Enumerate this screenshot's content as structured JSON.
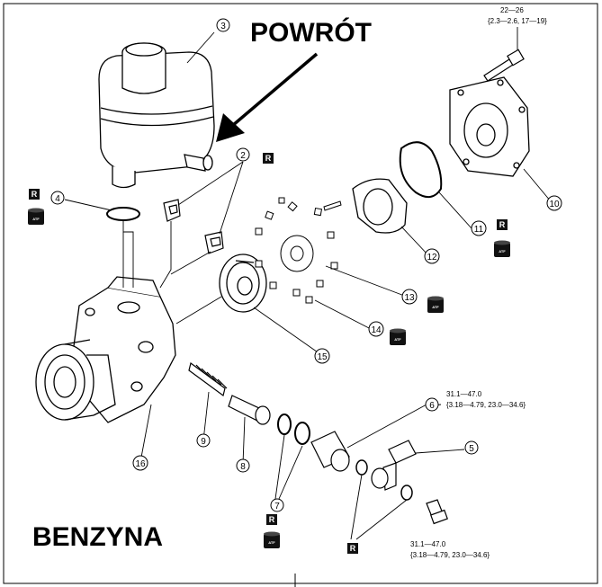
{
  "labels": {
    "return_label": "POWRÓT",
    "fuel_label": "BENZYNA",
    "seal_badge": "R",
    "fluid_badge": "ATF"
  },
  "callouts": {
    "c2": "2",
    "c3": "3",
    "c4": "4",
    "c5": "5",
    "c6": "6",
    "c7": "7",
    "c8": "8",
    "c9": "9",
    "c10": "10",
    "c11": "11",
    "c12": "12",
    "c13": "13",
    "c14": "14",
    "c15": "15",
    "c16": "16"
  },
  "torque": {
    "top_line1": "22—26",
    "top_line2": "{2.3—2.6, 17—19}",
    "mid_line1": "31.1—47.0",
    "mid_line2": "{3.18—4.79, 23.0—34.6}",
    "bottom_line1": "31.1—47.0",
    "bottom_line2": "{3.18—4.79, 23.0—34.6}"
  }
}
